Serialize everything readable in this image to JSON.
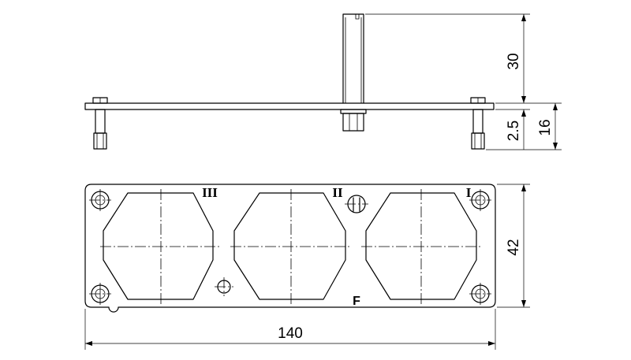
{
  "drawing": {
    "dimensions": {
      "width": "140",
      "height": "42",
      "pin_height": "30",
      "plate_thickness": "2.5",
      "screw_length": "16"
    },
    "module_labels": [
      "III",
      "II",
      "I"
    ],
    "face_mark": "F"
  }
}
